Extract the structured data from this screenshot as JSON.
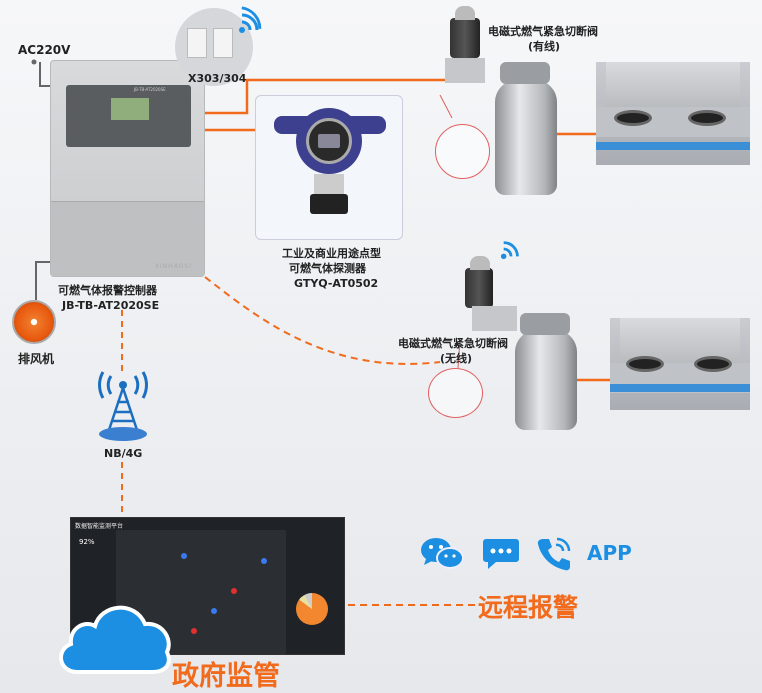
{
  "power_label": "AC220V",
  "wireless_module": {
    "label": "X303/304"
  },
  "controller": {
    "name": "可燃气体报警控制器",
    "model": "JB-TB-AT2020SE",
    "panel_model": "JB-TB-AT2020SE",
    "brand": "XINHAOSI"
  },
  "detector": {
    "line1": "工业及商业用途点型",
    "line2": "可燃气体探测器",
    "model": "GTYQ-AT0502"
  },
  "valve_wired": {
    "name": "电磁式燃气紧急切断阀",
    "type": "(有线)"
  },
  "valve_wireless": {
    "name": "电磁式燃气紧急切断阀",
    "type": "(无线)"
  },
  "fan": {
    "label": "排风机"
  },
  "network": {
    "label": "NB/4G"
  },
  "government": {
    "label": "政府监管",
    "dashboard_title": "数据智能监测平台",
    "dashboard_stat": "92%"
  },
  "remote_alarm": {
    "label": "远程报警",
    "channels": [
      {
        "icon": "wechat-icon"
      },
      {
        "icon": "sms-icon"
      },
      {
        "icon": "phone-icon"
      },
      {
        "label": "APP"
      }
    ]
  },
  "colors": {
    "accent": "#f26a1b",
    "blue": "#1c8fe3"
  }
}
